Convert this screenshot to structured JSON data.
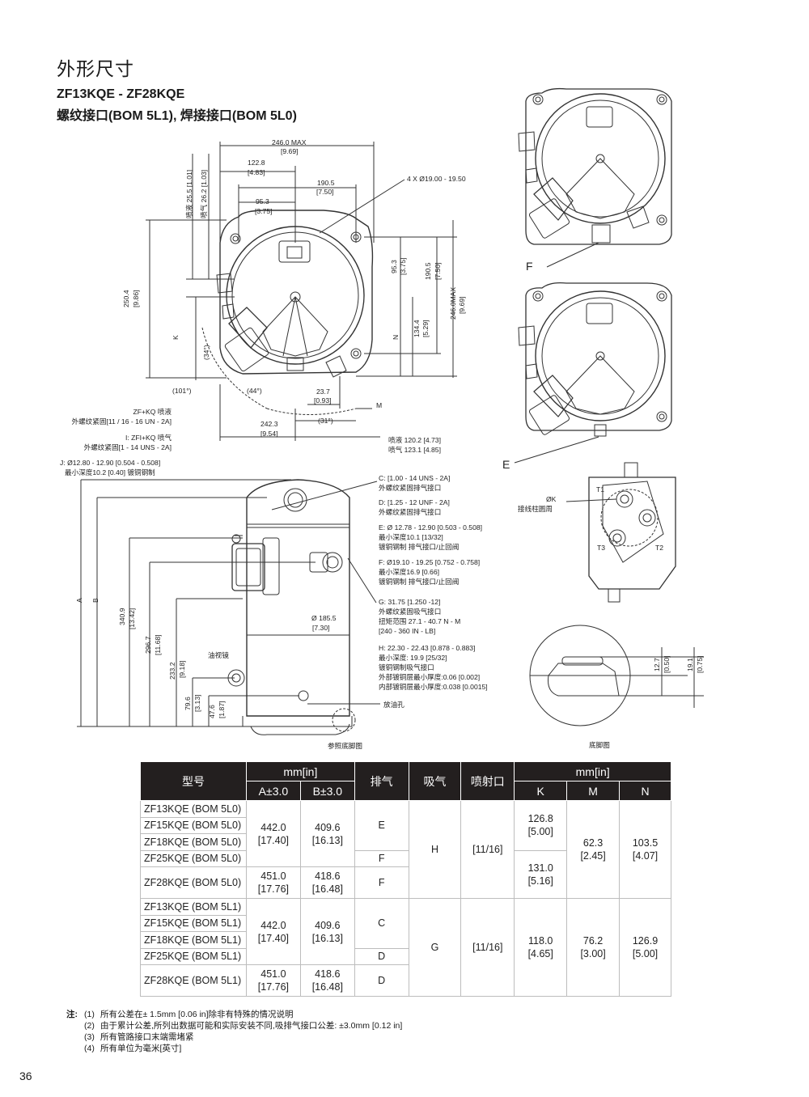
{
  "header": {
    "title": "外形尺寸",
    "models": "ZF13KQE - ZF28KQE",
    "connections": "螺纹接口(BOM 5L1), 焊接接口(BOM 5L0)"
  },
  "top_view": {
    "d_max_width": "246.0 MAX",
    "d_max_width_in": "[9.69]",
    "d_122": "122.8",
    "d_122_in": "[4.83]",
    "d_190": "190.5",
    "d_190_in": "[7.50]",
    "d_95": "95.3",
    "d_95_in": "[3.75]",
    "hole_spec": "4 X Ø19.00 - 19.50",
    "inj_liquid": "喷液 25.5 [1.01]",
    "inj_vapor": "喷气 26.2 [1.03]",
    "d_250": "250.4",
    "d_250_in": "[9.86]",
    "k": "K",
    "n": "N",
    "m": "M",
    "angle_34": "(34°)",
    "angle_101": "(101°)",
    "angle_44": "(44°)",
    "angle_31": "(31°)",
    "d_23": "23.7",
    "d_23_in": "[0.93]",
    "d_242": "242.3",
    "d_242_in": "[9.54]",
    "v_95": "95.3",
    "v_95_in": "[3.75]",
    "v_190": "190.5",
    "v_190_in": "[7.50]",
    "v_134": "134.4",
    "v_134_in": "[5.29]",
    "v_246": "246.0MAX",
    "v_246_in": "[9.69]",
    "inj_liquid_120": "喷液 120.2 [4.73]",
    "inj_vapor_123": "喷气 123.1 [4.85]"
  },
  "side_view": {
    "zf_kq_1": "ZF+KQ 喷液",
    "zf_kq_2": "外螺纹紧固[11 / 16 - 16 UN - 2A]",
    "zfi_kq_1": "I: ZFI+KQ 喷气",
    "zfi_kq_2": "外螺纹紧固[1 - 14 UNS - 2A]",
    "j_1": "J: Ø12.80 - 12.90 [0.504 - 0.508]",
    "j_2": "最小深度10.2 [0.40] 镀铜钢制",
    "c_1": "C: [1.00 - 14 UNS - 2A]",
    "c_2": "外螺纹紧固排气接口",
    "d_1": "D: [1.25 - 12 UNF - 2A]",
    "d_2": "外螺纹紧固排气接口",
    "e_1": "E: Ø 12.78 - 12.90 [0.503 - 0.508]",
    "e_2": "最小深度10.1 [13/32]",
    "e_3": "镀铜钢制 排气接口/止回阀",
    "f_1": "F: Ø19.10 - 19.25 [0.752 - 0.758]",
    "f_2": "最小深度16.9 [0.66]",
    "f_3": "镀铜钢制 排气接口/止回阀",
    "g_1": "G: 31.75 [1.250 -12]",
    "g_2": "外螺纹紧固吸气接口",
    "g_3": "扭矩范围 27.1 - 40.7 N - M",
    "g_4": "[240 - 360 IN - LB]",
    "h_1": "H: 22.30 - 22.43 [0.878 - 0.883]",
    "h_2": "最小深度: 19.9 [25/32]",
    "h_3": "镀铜钢制吸气接口",
    "h_4": "外部镀铜层最小厚度:0.06 [0.002]",
    "h_5": "内部镀铜层最小厚度:0.038 [0.0015]",
    "drain": "放油孔",
    "sight": "油视镜",
    "ref_foot": "参照底脚图",
    "diam": "Ø 185.5",
    "diam_in": "[7.30]",
    "a": "A",
    "b": "B",
    "v_340": "340.9",
    "v_340_in": "[13.42]",
    "v_296": "296.7",
    "v_296_in": "[11.68]",
    "v_233": "233.2",
    "v_233_in": "[9.18]",
    "v_79": "79.6",
    "v_79_in": "[3.13]",
    "v_47": "47.6",
    "v_47_in": "[1.87]"
  },
  "right_views": {
    "f": "F",
    "e": "E",
    "ok_1": "ØK",
    "ok_2": "接线柱圆周",
    "t1": "T1",
    "t2": "T2",
    "t3": "T3",
    "foot_title": "底脚图",
    "f_12": "12.7",
    "f_12_in": "[0.50]",
    "f_19": "19.1",
    "f_19_in": "[0.75]"
  },
  "table": {
    "h_model": "型号",
    "h_mm_in": "mm[in]",
    "h_a": "A±3.0",
    "h_b": "B±3.0",
    "h_discharge": "排气",
    "h_suction": "吸气",
    "h_injection": "喷射口",
    "h_mm_in2": "mm[in]",
    "h_k": "K",
    "h_m": "M",
    "h_n": "N",
    "models_5l0": [
      "ZF13KQE (BOM 5L0)",
      "ZF15KQE (BOM 5L0)",
      "ZF18KQE (BOM 5L0)",
      "ZF25KQE (BOM 5L0)",
      "ZF28KQE (BOM 5L0)"
    ],
    "models_5l1": [
      "ZF13KQE (BOM 5L1)",
      "ZF15KQE (BOM 5L1)",
      "ZF18KQE (BOM 5L1)",
      "ZF25KQE (BOM 5L1)",
      "ZF28KQE (BOM 5L1)"
    ],
    "a_442": "442.0",
    "a_442_in": "[17.40]",
    "b_409": "409.6",
    "b_409_in": "[16.13]",
    "a_451": "451.0",
    "a_451_in": "[17.76]",
    "b_418": "418.6",
    "b_418_in": "[16.48]",
    "dis_e": "E",
    "dis_f1": "F",
    "dis_f2": "F",
    "dis_c": "C",
    "dis_d1": "D",
    "dis_d2": "D",
    "suc_h": "H",
    "suc_g": "G",
    "inj_1": "[11/16]",
    "inj_2": "[11/16]",
    "k1": "126.8",
    "k1_in": "[5.00]",
    "k2": "131.0",
    "k2_in": "[5.16]",
    "k3": "118.0",
    "k3_in": "[4.65]",
    "m1": "62.3",
    "m1_in": "[2.45]",
    "m2": "76.2",
    "m2_in": "[3.00]",
    "n1": "103.5",
    "n1_in": "[4.07]",
    "n2": "126.9",
    "n2_in": "[5.00]"
  },
  "notes": {
    "prefix": "注:",
    "items": [
      {
        "num": "(1)",
        "text": "所有公差在± 1.5mm [0.06 in]除非有特殊的情况说明"
      },
      {
        "num": "(2)",
        "text": "由于累计公差,所列出数据可能和实际安装不同,吸排气接口公差: ±3.0mm [0.12 in]"
      },
      {
        "num": "(3)",
        "text": "所有管路接口末端需堵紧"
      },
      {
        "num": "(4)",
        "text": "所有单位为毫米[英寸]"
      }
    ]
  },
  "page_number": "36"
}
